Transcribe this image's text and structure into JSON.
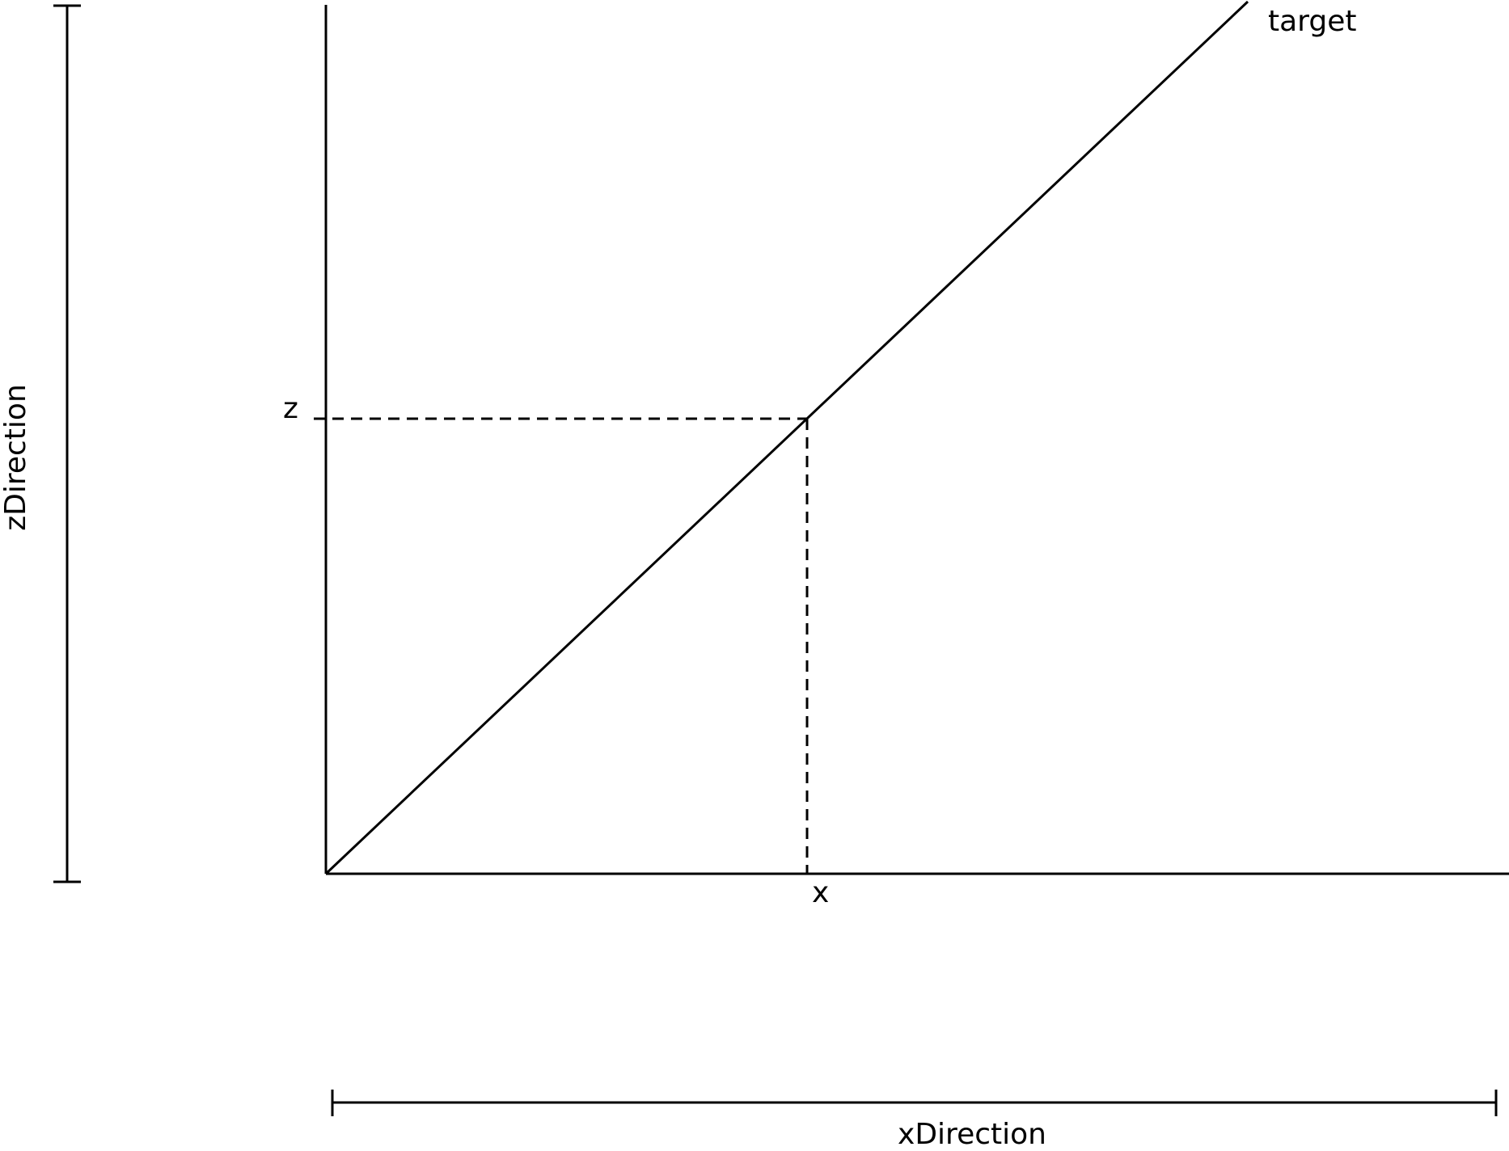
{
  "labels": {
    "target": "target",
    "z_point": "z",
    "x_point": "x",
    "z_dimension": "zDirection",
    "x_dimension": "xDirection"
  },
  "colors": {
    "stroke": "#000000",
    "background": "#ffffff"
  }
}
